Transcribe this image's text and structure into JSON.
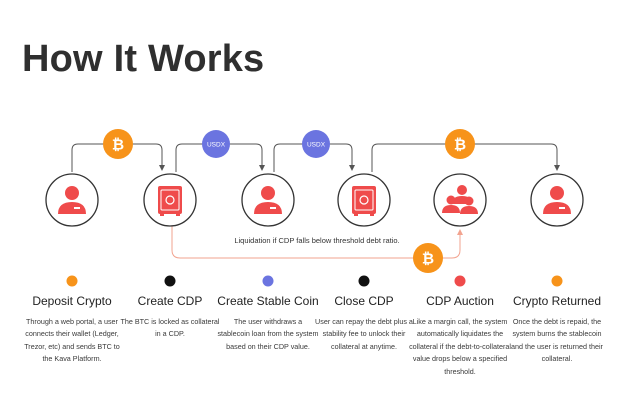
{
  "title": "How It Works",
  "colors": {
    "red": "#ef4b4b",
    "btc_orange": "#f7931a",
    "usdx_blue": "#6b74e0",
    "black_dot": "#111111",
    "arrow_gray": "#555555",
    "liquidation_arrow": "#f2a38f"
  },
  "usdx_label": "USDX",
  "liquidation_label": "Liquidation if CDP falls below threshold debt ratio.",
  "steps": [
    {
      "title": "Deposit Crypto",
      "dot_color": "#f7931a",
      "icon": "user-icon",
      "description": "Through a web portal, a user connects their wallet (Ledger, Trezor, etc) and sends BTC to the Kava Platform."
    },
    {
      "title": "Create CDP",
      "dot_color": "#111111",
      "icon": "vault-icon",
      "description": "The BTC is locked as collateral in a CDP."
    },
    {
      "title": "Create Stable Coin",
      "dot_color": "#6b74e0",
      "icon": "user-icon",
      "description": "The user withdraws a stablecoin loan from the system based on their CDP value."
    },
    {
      "title": "Close CDP",
      "dot_color": "#111111",
      "icon": "vault-icon",
      "description": "User can repay the debt plus a stability fee to unlock their collateral at anytime."
    },
    {
      "title": "CDP Auction",
      "dot_color": "#ef4b4b",
      "icon": "group-icon",
      "description": "Like a margin call, the system automatically liquidates the collateral if the debt-to-collateral value drops below a specified threshold."
    },
    {
      "title": "Crypto Returned",
      "dot_color": "#f7931a",
      "icon": "user-icon",
      "description": "Once the debt is repaid, the system burns the stablecoin and the user is returned their collateral."
    }
  ]
}
